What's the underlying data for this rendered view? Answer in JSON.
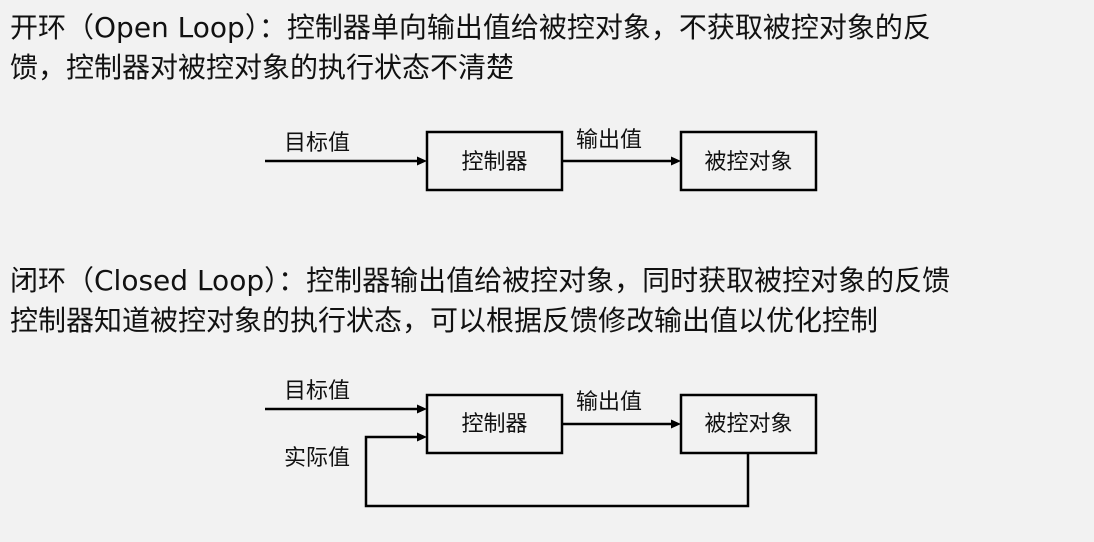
{
  "open_loop": {
    "description_lines": [
      "开环（Open Loop）：控制器单向输出值给被控对象，不获取被控对象的反",
      "馈，控制器对被控对象的执行状态不清楚"
    ],
    "diagram": {
      "input_label": "目标值",
      "controller_label": "控制器",
      "output_label": "输出值",
      "plant_label": "被控对象"
    }
  },
  "closed_loop": {
    "description_lines": [
      "闭环（Closed Loop）：控制器输出值给被控对象，同时获取被控对象的反馈",
      "控制器知道被控对象的执行状态，可以根据反馈修改输出值以优化控制"
    ],
    "diagram": {
      "input_label": "目标值",
      "feedback_label": "实际值",
      "controller_label": "控制器",
      "output_label": "输出值",
      "plant_label": "被控对象"
    }
  }
}
